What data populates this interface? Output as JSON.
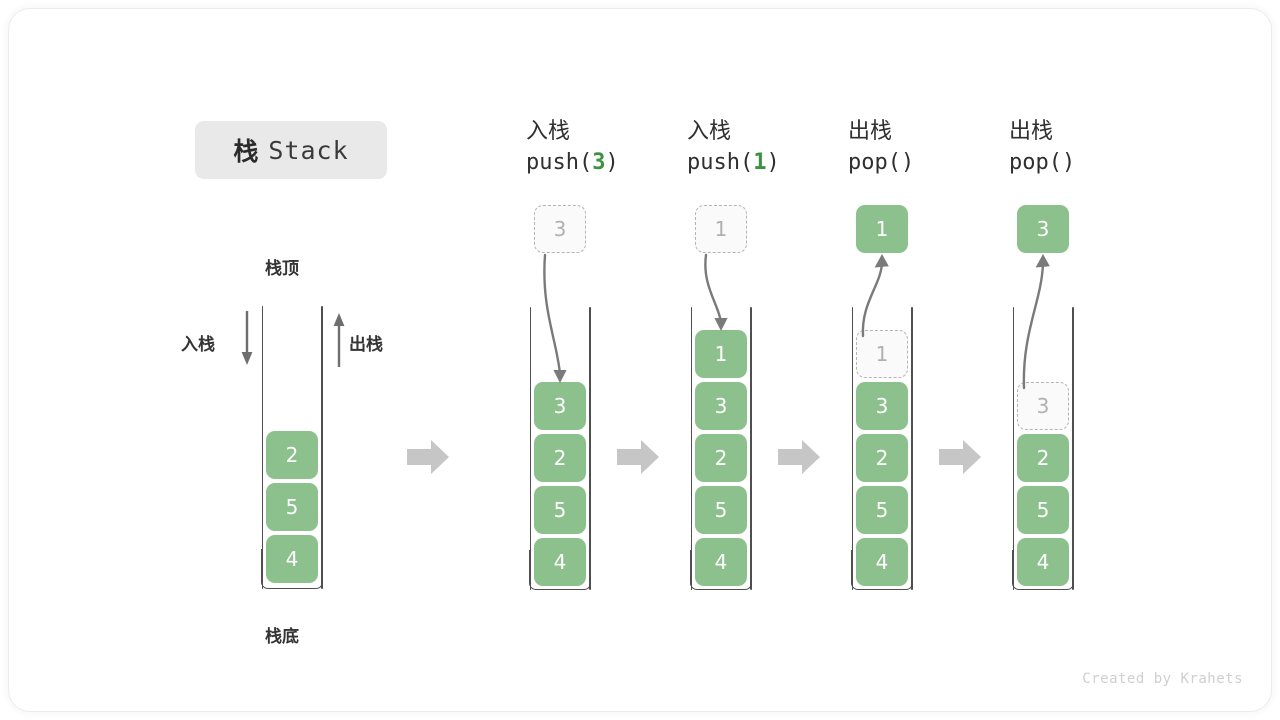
{
  "title": {
    "cjk": "栈",
    "latin": "Stack"
  },
  "colors": {
    "item_green": "#8cc08c",
    "ghost_border": "#b4b4b4",
    "ghost_text": "#b0b0b0",
    "accent_green_text": "#3d9140",
    "arrow_gray": "#7a7a7a",
    "block_arrow": "#c6c6c6",
    "frame": "#4f4f4f",
    "chip_bg": "#e9e9e9",
    "footer_text": "#cfcfcf"
  },
  "overview": {
    "top_label": "栈顶",
    "bottom_label": "栈底",
    "push_label": "入栈",
    "pop_label": "出栈",
    "items": [
      "2",
      "5",
      "4"
    ]
  },
  "columns": [
    {
      "id": "push-3",
      "op_cjk": "入栈",
      "op_code_prefix": "push(",
      "op_code_arg": "3",
      "op_code_suffix": ")",
      "kind": "push",
      "floating": {
        "value": "3",
        "style": "ghost"
      },
      "stack": [
        {
          "value": "3",
          "style": "solid"
        },
        {
          "value": "2",
          "style": "solid"
        },
        {
          "value": "5",
          "style": "solid"
        },
        {
          "value": "4",
          "style": "solid"
        }
      ]
    },
    {
      "id": "push-1",
      "op_cjk": "入栈",
      "op_code_prefix": "push(",
      "op_code_arg": "1",
      "op_code_suffix": ")",
      "kind": "push",
      "floating": {
        "value": "1",
        "style": "ghost"
      },
      "stack": [
        {
          "value": "1",
          "style": "solid"
        },
        {
          "value": "3",
          "style": "solid"
        },
        {
          "value": "2",
          "style": "solid"
        },
        {
          "value": "5",
          "style": "solid"
        },
        {
          "value": "4",
          "style": "solid"
        }
      ]
    },
    {
      "id": "pop-1",
      "op_cjk": "出栈",
      "op_code_prefix": "pop(",
      "op_code_arg": "",
      "op_code_suffix": ")",
      "kind": "pop",
      "floating": {
        "value": "1",
        "style": "solid"
      },
      "stack": [
        {
          "value": "1",
          "style": "ghost"
        },
        {
          "value": "3",
          "style": "solid"
        },
        {
          "value": "2",
          "style": "solid"
        },
        {
          "value": "5",
          "style": "solid"
        },
        {
          "value": "4",
          "style": "solid"
        }
      ]
    },
    {
      "id": "pop-3",
      "op_cjk": "出栈",
      "op_code_prefix": "pop(",
      "op_code_arg": "",
      "op_code_suffix": ")",
      "kind": "pop",
      "floating": {
        "value": "3",
        "style": "solid"
      },
      "stack": [
        {
          "value": "3",
          "style": "ghost"
        },
        {
          "value": "2",
          "style": "solid"
        },
        {
          "value": "5",
          "style": "solid"
        },
        {
          "value": "4",
          "style": "solid"
        }
      ]
    }
  ],
  "footer": "Created by Krahets"
}
